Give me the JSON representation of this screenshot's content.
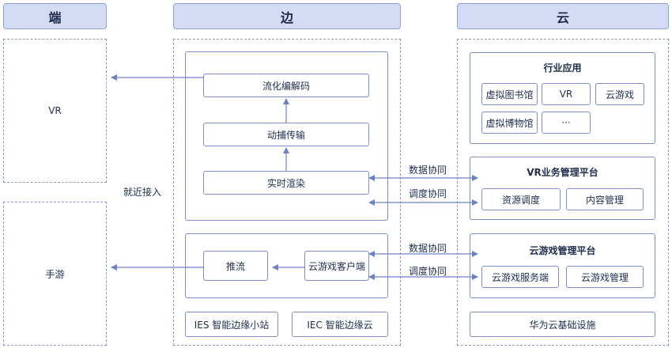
{
  "columns": {
    "terminal": "端",
    "edge": "边",
    "cloud": "云"
  },
  "terminal": {
    "vr": "VR",
    "mobile_game": "手游",
    "nearby_access": "就近接入"
  },
  "edge": {
    "codec": "流化编解码",
    "mocap": "动捕传输",
    "render": "实时渲染",
    "push_stream": "推流",
    "cloud_game_client": "云游戏客户端",
    "ies": "IES 智能边缘小站",
    "iec": "IEC 智能边缘云"
  },
  "cloud": {
    "industry_title": "行业应用",
    "virtual_library": "虚拟图书馆",
    "vr": "VR",
    "cloud_game": "云游戏",
    "virtual_museum": "虚拟博物馆",
    "more": "···",
    "vr_platform_title": "VR业务管理平台",
    "resource_scheduling": "资源调度",
    "content_management": "内容管理",
    "cloud_game_platform_title": "云游戏管理平台",
    "cloud_game_server": "云游戏服务端",
    "cloud_game_management": "云游戏管理",
    "huawei_infra": "华为云基础设施"
  },
  "links": {
    "data_sync_1": "数据协同",
    "schedule_sync_1": "调度协同",
    "data_sync_2": "数据协同",
    "schedule_sync_2": "调度协同"
  },
  "colors": {
    "header_fill": "#d4dcf3",
    "border": "#7c8ec9",
    "arrow": "#6d80c2"
  }
}
